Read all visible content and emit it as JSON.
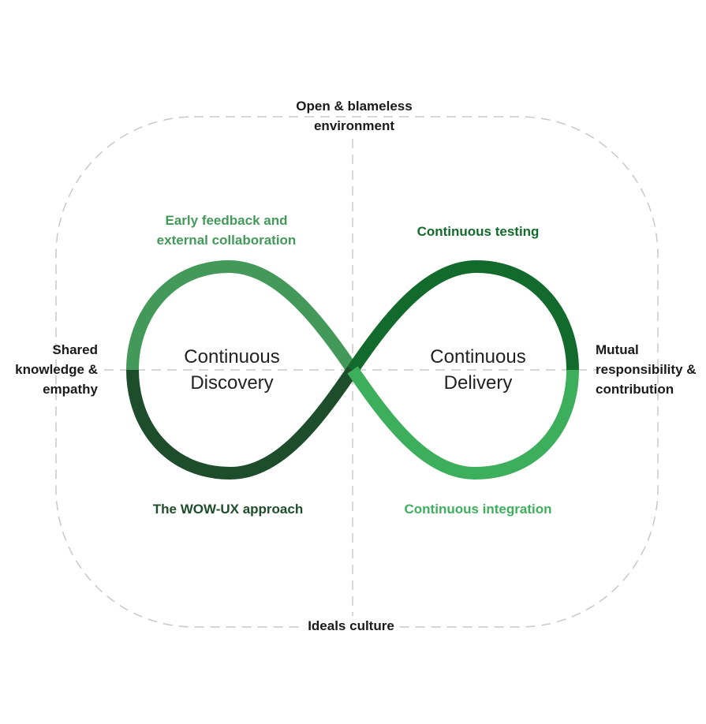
{
  "colors": {
    "dashed": "#c8c8c8",
    "black": "#1a1a1a",
    "green_medium": "#43995a",
    "green_dark": "#1e4d2b",
    "green_deep": "#126b2c",
    "green_bright": "#3daf5c"
  },
  "outer": {
    "top": [
      "Open & blameless",
      "environment"
    ],
    "bottom": "Ideals culture",
    "left": [
      "Shared",
      "knowledge &",
      "empathy"
    ],
    "right": [
      "Mutual",
      "responsibility &",
      "contribution"
    ]
  },
  "quadrants": {
    "top_left": [
      "Early feedback and",
      "external collaboration"
    ],
    "top_right": "Continuous testing",
    "bottom_left": "The WOW-UX approach",
    "bottom_right": "Continuous integration"
  },
  "loops": {
    "left": [
      "Continuous",
      "Discovery"
    ],
    "right": [
      "Continuous",
      "Delivery"
    ]
  }
}
